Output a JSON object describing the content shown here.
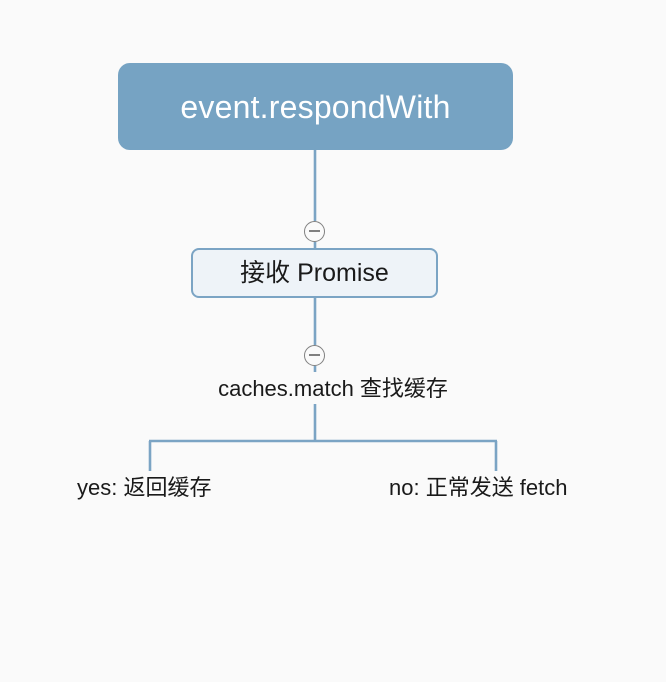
{
  "diagram": {
    "type": "flowchart",
    "orientation": "top-down",
    "background_color": "#fafafa",
    "edge_color": "#7ba4c4",
    "accent_color": "#76a3c3",
    "nodes": [
      {
        "id": "root",
        "label": "event.respondWith",
        "style": "filled-rounded-rect",
        "fill": "#76a3c3",
        "text_color": "#ffffff"
      },
      {
        "id": "promise",
        "label": "接收 Promise",
        "style": "outlined-rounded-rect",
        "fill": "#eef3f8",
        "border": "#7ba4c4",
        "text_color": "#1a1a1a"
      },
      {
        "id": "caches",
        "label": "caches.match 查找缓存",
        "style": "plain-text",
        "text_color": "#1a1a1a"
      },
      {
        "id": "yes",
        "label": "yes: 返回缓存",
        "style": "plain-text",
        "text_color": "#1a1a1a"
      },
      {
        "id": "no",
        "label": "no: 正常发送 fetch",
        "style": "plain-text",
        "text_color": "#1a1a1a"
      }
    ],
    "edges": [
      {
        "from": "root",
        "to": "promise"
      },
      {
        "from": "promise",
        "to": "caches"
      },
      {
        "from": "caches",
        "to": "yes"
      },
      {
        "from": "caches",
        "to": "no"
      }
    ],
    "toggles": [
      {
        "for": "promise",
        "icon": "minus-circle-icon",
        "state": "expanded"
      },
      {
        "for": "caches",
        "icon": "minus-circle-icon",
        "state": "expanded"
      }
    ]
  }
}
